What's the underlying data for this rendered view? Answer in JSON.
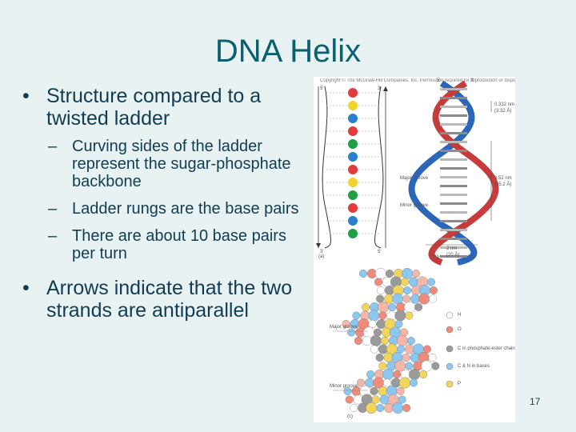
{
  "slide": {
    "title": "DNA Helix",
    "bullets": [
      {
        "text": "Structure compared to a twisted ladder",
        "subs": [
          "Curving sides of the ladder represent the sugar-phosphate backbone",
          "Ladder rungs are the base pairs",
          "There are about 10 base pairs per turn"
        ]
      },
      {
        "text": "Arrows indicate that the two strands are antiparallel"
      }
    ],
    "page_number": "17"
  },
  "figure": {
    "credit": "Copyright © The McGraw-Hill Companies, Inc. Permission required for reproduction or display.",
    "panel_labels": [
      "(a)",
      "(b)",
      "(c)"
    ],
    "strand_ends": [
      "5'",
      "3'",
      "3'",
      "5'",
      "5'",
      "3'",
      "3'",
      "5'"
    ],
    "measurements": [
      "0.332 nm",
      "(3.32 Å)",
      "3.52 nm",
      "(35.2 Å)",
      "2 nm",
      "(20 Å)"
    ],
    "groove_labels_b": [
      "Major groove",
      "Minor groove"
    ],
    "groove_labels_c": [
      "Major groove",
      "Minor groove"
    ],
    "legend": [
      "H",
      "O",
      "C in phosphate-ester chain",
      "C & N in bases",
      "P"
    ],
    "colors": {
      "title": "#0b5f6e",
      "text": "#123c52",
      "background": "#e8f2f2",
      "base_red": "#e23b3b",
      "base_green": "#1f9d47",
      "base_blue": "#2b7fd0",
      "base_yellow": "#f1d42a"
    }
  }
}
